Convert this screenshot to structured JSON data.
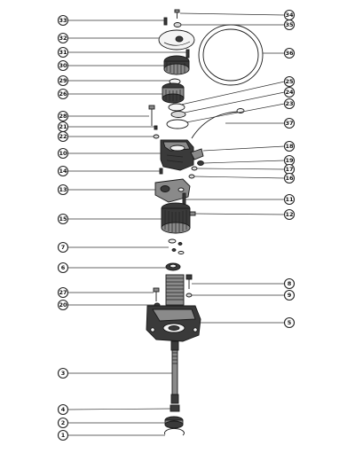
{
  "callouts": [
    {
      "key": "c34",
      "label": "34"
    },
    {
      "key": "c33",
      "label": "33"
    },
    {
      "key": "c35",
      "label": "35"
    },
    {
      "key": "c32",
      "label": "32"
    },
    {
      "key": "c36",
      "label": "36"
    },
    {
      "key": "c31",
      "label": "31"
    },
    {
      "key": "c30",
      "label": "30"
    },
    {
      "key": "c29",
      "label": "29"
    },
    {
      "key": "c25",
      "label": "25"
    },
    {
      "key": "c26",
      "label": "26"
    },
    {
      "key": "c24",
      "label": "24"
    },
    {
      "key": "c23",
      "label": "23"
    },
    {
      "key": "c28",
      "label": "28"
    },
    {
      "key": "c21",
      "label": "21"
    },
    {
      "key": "c37",
      "label": "37"
    },
    {
      "key": "c22",
      "label": "22"
    },
    {
      "key": "c18",
      "label": "18"
    },
    {
      "key": "c10",
      "label": "10"
    },
    {
      "key": "c19",
      "label": "19"
    },
    {
      "key": "c17",
      "label": "17"
    },
    {
      "key": "c14",
      "label": "14"
    },
    {
      "key": "c16",
      "label": "16"
    },
    {
      "key": "c13",
      "label": "13"
    },
    {
      "key": "c11",
      "label": "11"
    },
    {
      "key": "c12",
      "label": "12"
    },
    {
      "key": "c15",
      "label": "15"
    },
    {
      "key": "c7",
      "label": "7"
    },
    {
      "key": "c6",
      "label": "6"
    },
    {
      "key": "c8",
      "label": "8"
    },
    {
      "key": "c27",
      "label": "27"
    },
    {
      "key": "c9",
      "label": "9"
    },
    {
      "key": "c20",
      "label": "20"
    },
    {
      "key": "c5",
      "label": "5"
    },
    {
      "key": "c3",
      "label": "3"
    },
    {
      "key": "c4",
      "label": "4"
    },
    {
      "key": "c2",
      "label": "2"
    },
    {
      "key": "c1",
      "label": "1"
    }
  ]
}
